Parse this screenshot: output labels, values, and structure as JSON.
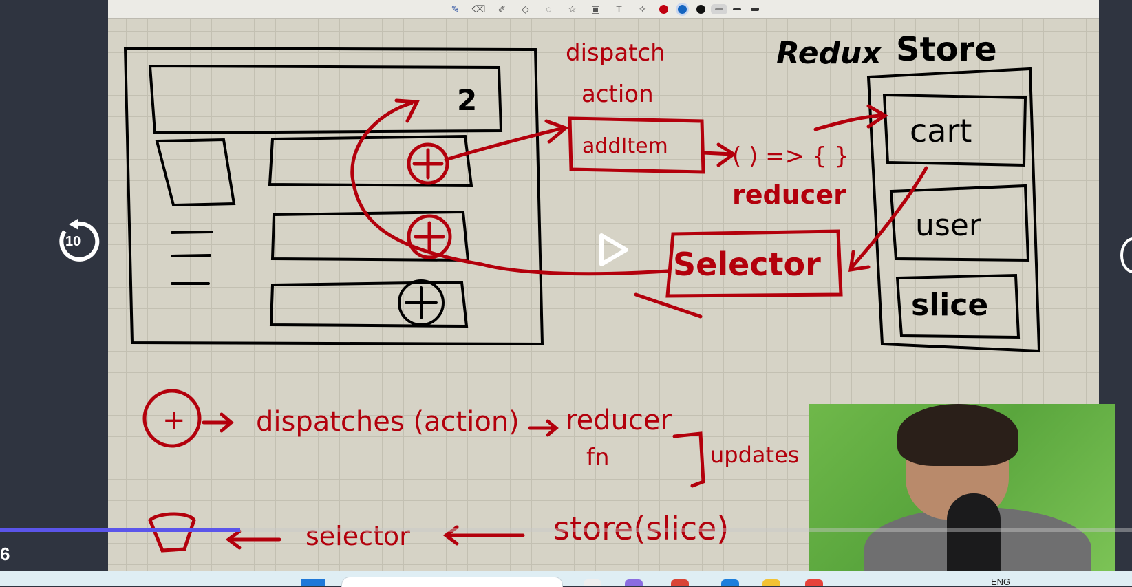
{
  "player": {
    "timecode": "6",
    "replay_label": "10",
    "progress": 0.212
  },
  "toolbar": {
    "tools": [
      "pen-icon",
      "eraser-icon",
      "highlighter-icon",
      "shapes-icon",
      "lasso-icon",
      "sticker-icon",
      "image-icon",
      "text-icon",
      "laser-pointer-icon"
    ],
    "colors": [
      "#c00010",
      "#1565c0",
      "#111111"
    ],
    "selected_color": "#1565c0",
    "widths": [
      "thin",
      "medium",
      "thick"
    ],
    "selected_width": "thin"
  },
  "sketch": {
    "dispatch_label": "dispatch",
    "action_label": "action",
    "action_name": "addItem",
    "reducer_fn": "( ) => { }",
    "reducer_label": "reducer",
    "selector_label": "Selector",
    "store_title_1": "Redux",
    "store_title_2": "Store",
    "slices": [
      "cart",
      "user",
      "slice"
    ],
    "cart_count": "2",
    "formula_plus": "+",
    "formula_dispatches": "dispatches (action)",
    "formula_reducer": "reducer",
    "formula_fn": "fn",
    "formula_updates": "updates",
    "formula_selector": "selector",
    "formula_store": "store(slice)"
  },
  "taskbar": {
    "language": "ENG"
  }
}
